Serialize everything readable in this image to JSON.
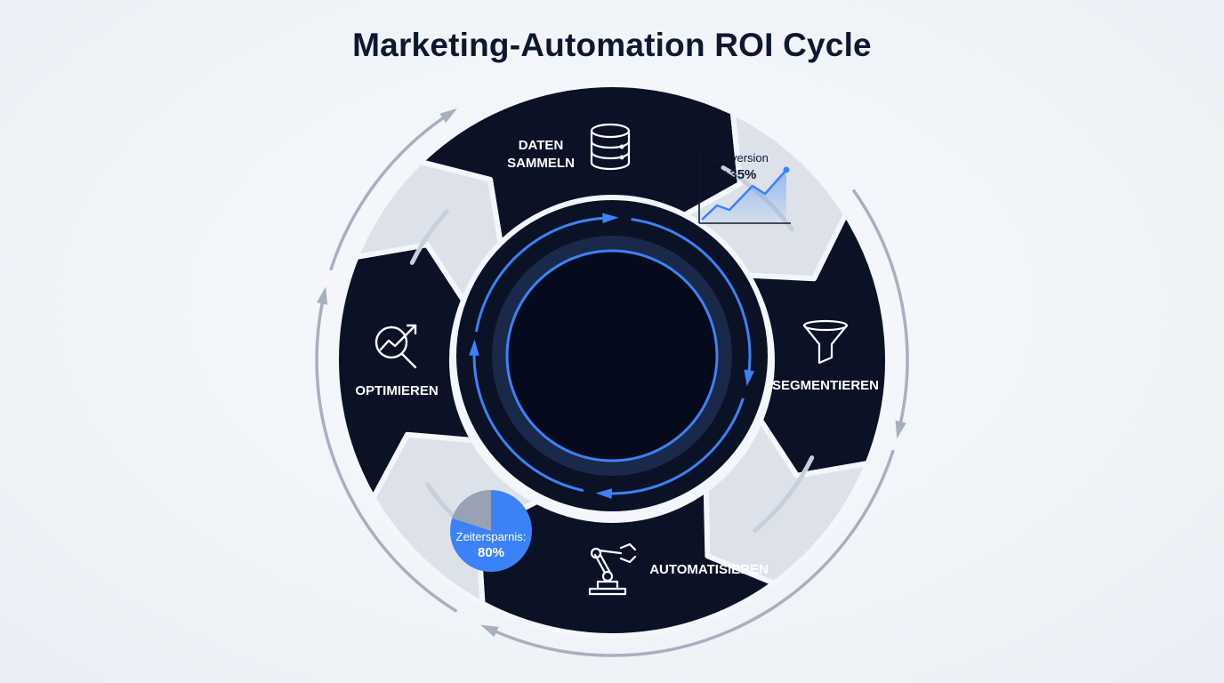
{
  "title": "Marketing-Automation ROI Cycle",
  "colors": {
    "dark_segment": "#0b1226",
    "light_segment": "#dde2ea",
    "accent": "#3b82f6",
    "outer_arrow": "#a7b0bf"
  },
  "steps": [
    {
      "label_lines": [
        "DATEN",
        "SAMMELN"
      ],
      "icon": "database-icon"
    },
    {
      "label_lines": [
        "SEGMENTIEREN"
      ],
      "icon": "funnel-icon"
    },
    {
      "label_lines": [
        "AUTOMATISIEREN"
      ],
      "icon": "robot-arm-icon"
    },
    {
      "label_lines": [
        "OPTIMIEREN"
      ],
      "icon": "magnifier-trend-icon"
    }
  ],
  "metrics": {
    "conversion": {
      "label": "Conversion",
      "value": "+35%",
      "icon": "line-chart-icon"
    },
    "time_saving": {
      "label": "Zeitersparnis:",
      "value": "80%",
      "percent": 80,
      "icon": "pie-chart-icon"
    }
  }
}
